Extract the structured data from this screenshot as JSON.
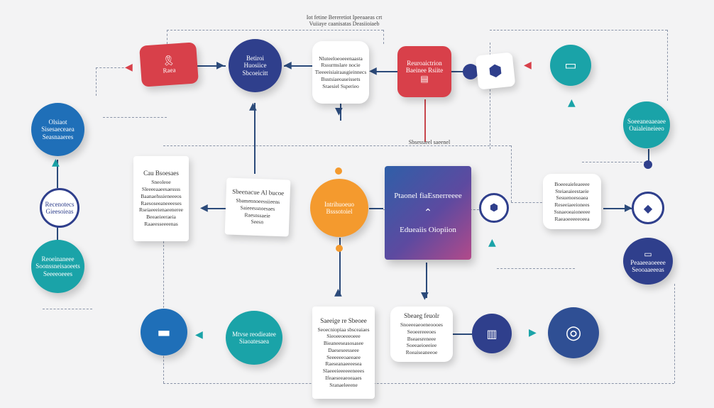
{
  "colors": {
    "navy": "#2f3f8c",
    "blue": "#1f6fb8",
    "teal": "#1aa3a8",
    "red": "#d8404a",
    "orange": "#f49a2e",
    "purple_gradient": "#5d4aa0"
  },
  "top_caption": {
    "line1": "Iot fetine Bereretiot Ipeeaaeas crt",
    "line2": "Vuiiaye caanisatas Deasiioiaeb"
  },
  "center_caption": "Sbsessieel saeenel",
  "nodes": {
    "red_ribbon": {
      "text": "Raea",
      "icon": "ribbon-icon"
    },
    "navy_top": {
      "text": "Betiroi Huosiice Sbcoeicitt"
    },
    "top_card": {
      "lines": [
        "Nluteeloeoeeenaasta",
        "Rssurmslare nocie",
        "Tieeeeisiairaasgieinnecs",
        "Bustsiaeoaseissets",
        "Sraesiel Ssperieo"
      ]
    },
    "red_box": {
      "lines": [
        "Reuroaictrion",
        "Baeinee Rsiite"
      ],
      "icon": "document-icon"
    },
    "small_navy_top": {
      "icon": "box-icon"
    },
    "teal_top_right": {
      "icon": "screen-icon"
    },
    "blue_left": {
      "lines": [
        "Olsiaot",
        "Sisesaeceaea",
        "Seasnaaeres"
      ]
    },
    "outline_left": {
      "lines": [
        "Recenotecs",
        "Gieesoieas"
      ]
    },
    "teal_left": {
      "lines": [
        "Reoeinaneee",
        "Soonssneisaoeets",
        "Seeeeoeees"
      ]
    },
    "card_left": {
      "lines": [
        "Cau Bsoesaes",
        "Sneoleoe",
        "Sleeeeaaeesaessss",
        "Baanaehssieneeeos",
        "Raesoseeaneeeeses",
        "Rseiaeeeienaeeneree",
        "Beeaeieeraeia",
        "Raaeesseeeenas"
      ]
    },
    "card_center_left": {
      "lines": [
        "Sbeenacue Al bucoe",
        "Sbamennoeessiieens",
        "Saieeessnoesaes",
        "Raesnssaeie",
        "Seesn"
      ]
    },
    "orange_center": {
      "lines": [
        "Intrihuoeuo",
        "Bsssotoiel"
      ]
    },
    "purple_box": {
      "title": "Ptaonel fiaEsnerreeee",
      "subtitle": "Edueaiis Oiopiion"
    },
    "card_right": {
      "lines": [
        "Boeeeaieleaeeee",
        "Steiaeaieestaeie",
        "Sesuenoesoaea",
        "Reseeiaeeionees",
        "Ssnaeoeaioneeee",
        "Raeaoeeeeeoeea"
      ]
    },
    "small_outline_right": {
      "icon": "box-icon"
    },
    "outline_far_right": {
      "icon": "bird-icon"
    },
    "teal_right": {
      "lines": [
        "Soeeaneaaeaee",
        "Oaialeineieeo"
      ]
    },
    "navy_right": {
      "lines": [
        "Peaaeeaoeeee",
        "Seooaaeeeas"
      ],
      "icon": "folder-icon"
    },
    "blue_bottom_left": {
      "icon": "laptop-icon"
    },
    "teal_bottom": {
      "lines": [
        "Mtvse reodieatee",
        "Siaoatesaea"
      ]
    },
    "card_bottom_center": {
      "lines": [
        "Saeeige re Sbeoee",
        "Seoecniopiaa sbsceaiaes",
        "Sieoeeoeeeoeee",
        "Bieaneeseasosasee",
        "Daeseseesseee",
        "Seeeeeeoaeeaee",
        "Raeseanaeeeesea",
        "Slaeeeieeeeeeneees",
        "Ifeaeseeaeoeaaes",
        "Sranaeleeene"
      ]
    },
    "card_bottom_right": {
      "lines": [
        "Sbeaeg feuolr",
        "Snoeeeaeoeneoooes",
        "Seoeereeeoes",
        "Bseaesreneee",
        "Soeeaeioeeiee",
        "Roeaiseaneeoe"
      ]
    },
    "navy_bottom_small": {
      "icon": "chart-icon"
    },
    "navy_bottom_right": {
      "icon": "target-icon"
    }
  }
}
